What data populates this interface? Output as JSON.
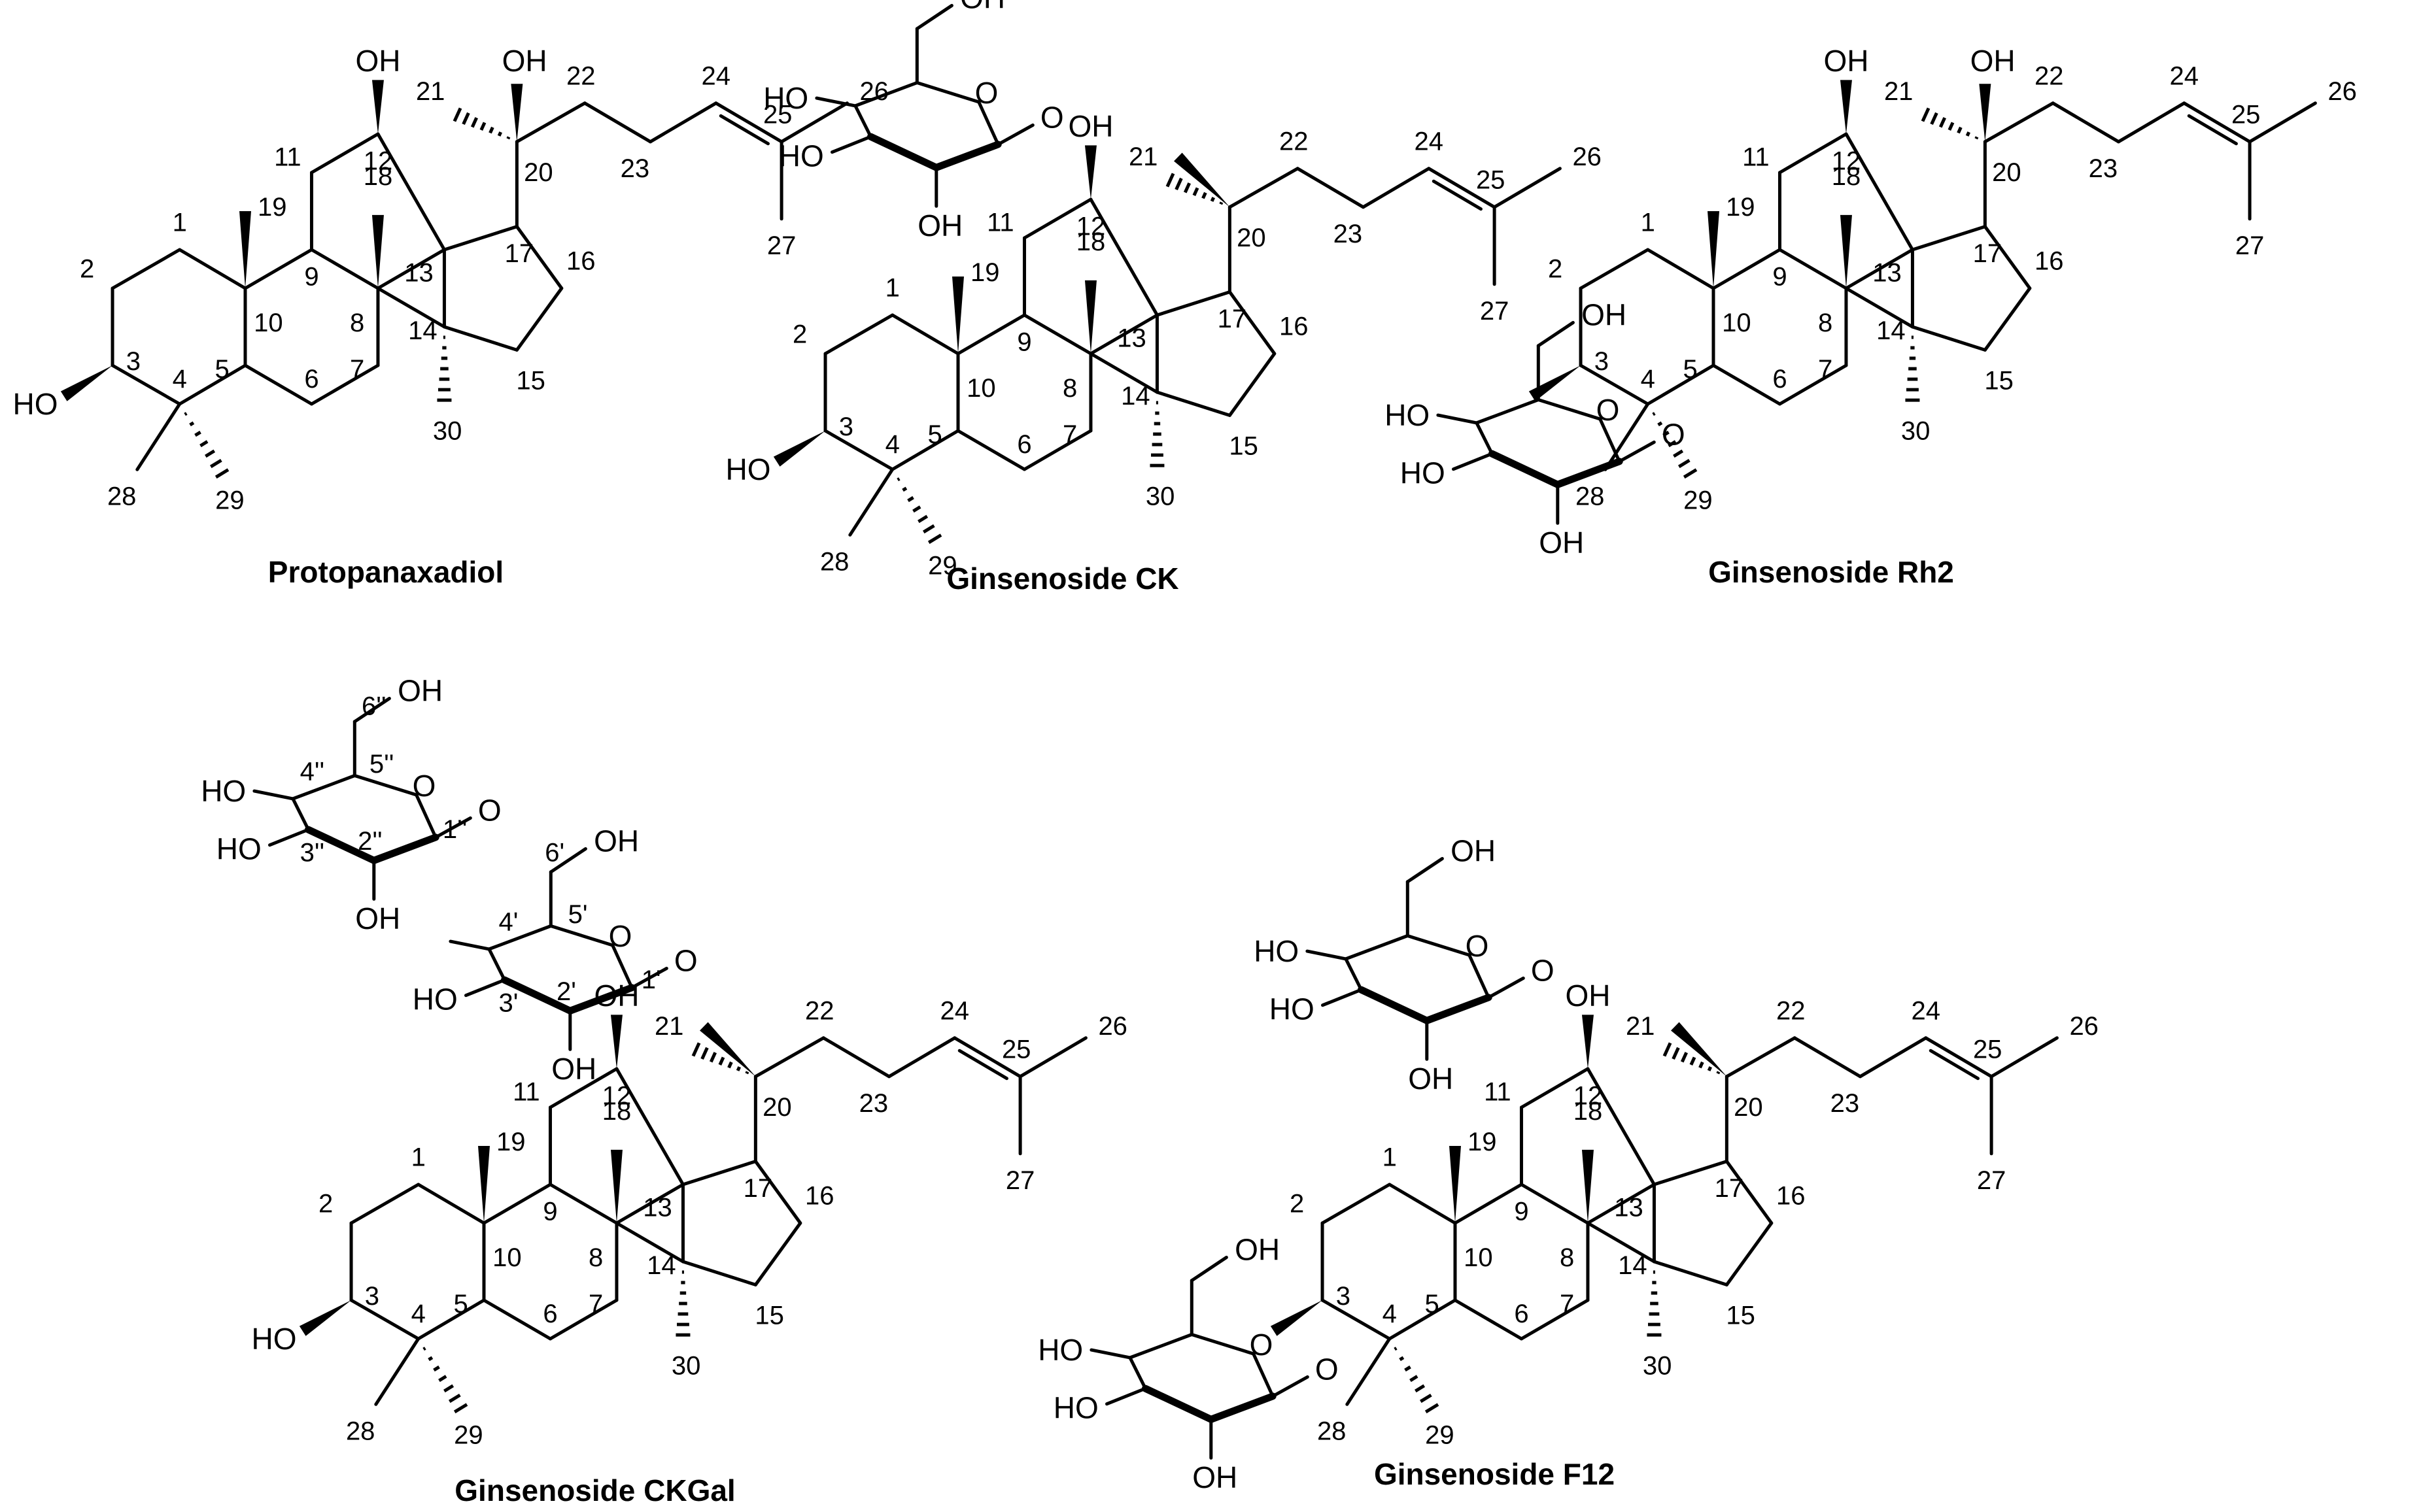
{
  "figure": {
    "molecules": [
      {
        "id": "ppd",
        "name": "Protopanaxadiol"
      },
      {
        "id": "ck",
        "name": "Ginsenoside CK"
      },
      {
        "id": "rh2",
        "name": "Ginsenoside Rh2"
      },
      {
        "id": "ckgal",
        "name": "Ginsenoside CKGal"
      },
      {
        "id": "f12",
        "name": "Ginsenoside F12"
      }
    ],
    "groups": {
      "hydroxyl": "OH",
      "hydroxyl_left": "HO",
      "ring_oxygen": "O"
    },
    "atom_numbers": [
      "1",
      "2",
      "3",
      "4",
      "5",
      "6",
      "7",
      "8",
      "9",
      "10",
      "11",
      "12",
      "13",
      "14",
      "15",
      "16",
      "17",
      "18",
      "19",
      "20",
      "21",
      "22",
      "23",
      "24",
      "25",
      "26",
      "27",
      "28",
      "29",
      "30"
    ],
    "sugar_numbers_prime": [
      "1'",
      "2'",
      "3'",
      "4'",
      "5'",
      "6'"
    ],
    "sugar_numbers_double_prime": [
      "1''",
      "2''",
      "3''",
      "4''",
      "5''",
      "6''"
    ]
  }
}
